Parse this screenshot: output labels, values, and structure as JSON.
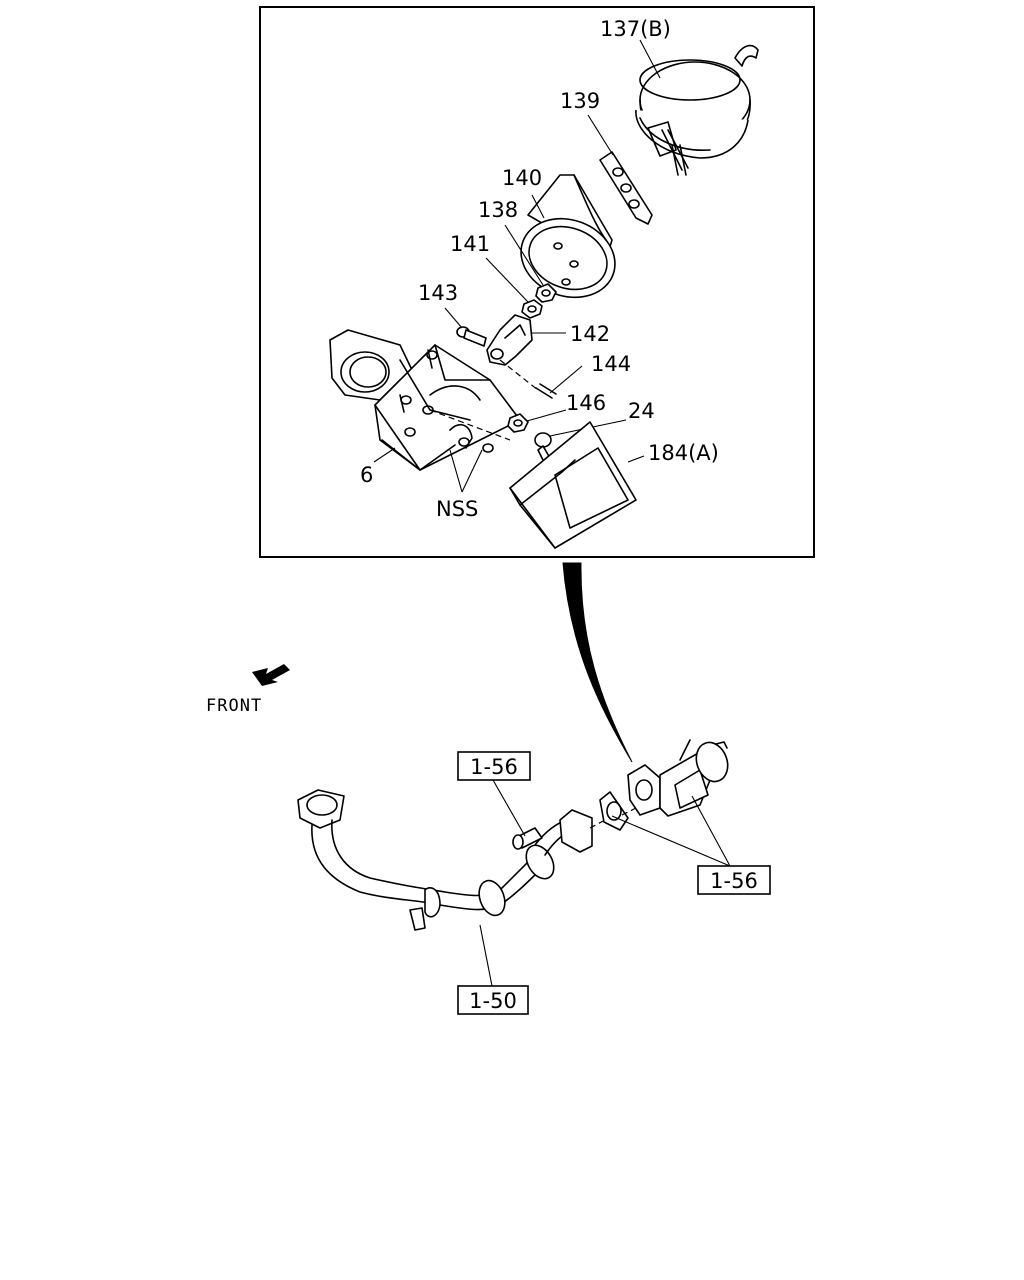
{
  "callouts": {
    "c137": "137(B)",
    "c139": "139",
    "c140": "140",
    "c138": "138",
    "c141": "141",
    "c143": "143",
    "c142": "142",
    "c144": "144",
    "c146": "146",
    "c24": "24",
    "c184": "184(A)",
    "c6": "6",
    "nss": "NSS"
  },
  "direction_label": "FRONT",
  "references": {
    "ref_top": "1-56",
    "ref_right": "1-56",
    "ref_bottom": "1-50"
  }
}
